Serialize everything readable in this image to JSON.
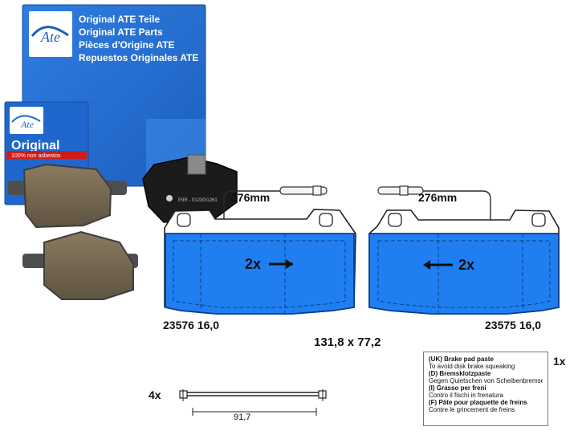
{
  "box": {
    "brand": "Ate",
    "title_de": "Original ATE Teile",
    "title_en": "Original ATE Parts",
    "title_fr": "Pièces d'Origine ATE",
    "title_es": "Repuestos Originales ATE"
  },
  "small_box": {
    "brand": "Ate",
    "label": "Original",
    "strip_text": "100% non asbestos"
  },
  "diagram": {
    "left_wire_length": "276mm",
    "right_wire_length": "276mm",
    "left_pad_qty": "2x",
    "right_pad_qty": "2x",
    "left_pad_code": "23576 16,0",
    "right_pad_code": "23575 16,0",
    "pad_dimensions": "131,8 x 77,2",
    "pin_qty": "4x",
    "pin_length": "91,7",
    "paste_qty": "1x"
  },
  "paste_note": {
    "lines": [
      "(UK) Brake pad paste",
      "To avoid disk brake squeaking",
      "(D) Bremsklotzpaste",
      "Gegen Quietschen von Scheibenbremsen",
      "(I) Grasso per freni",
      "Contro il fischi in frenatura",
      "(F) Pâte pour plaquette de freins",
      "Contre le grincement de freins"
    ]
  }
}
